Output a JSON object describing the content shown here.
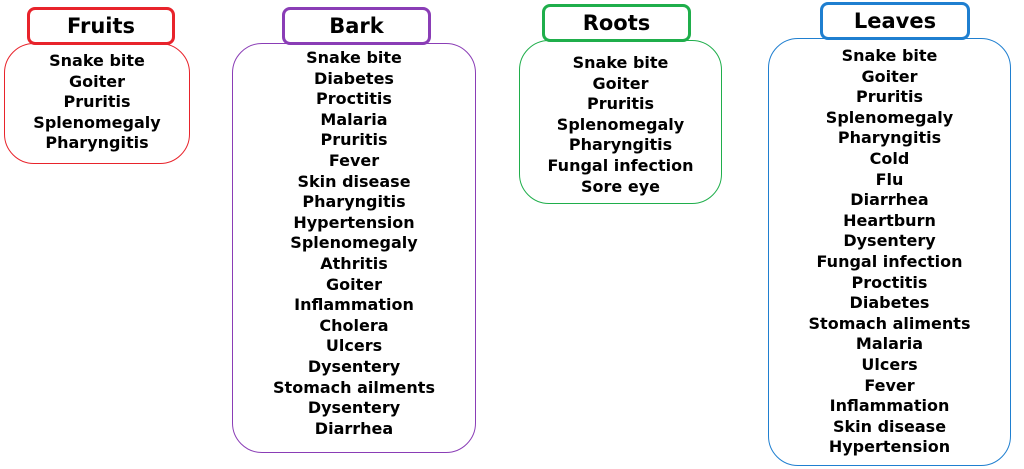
{
  "categories": [
    {
      "key": "fruits",
      "title": "Fruits",
      "color": "#e8232b",
      "items": [
        "Snake bite",
        "Goiter",
        "Pruritis",
        "Splenomegaly",
        "Pharyngitis"
      ]
    },
    {
      "key": "bark",
      "title": "Bark",
      "color": "#8a3db6",
      "items": [
        "Snake bite",
        "Diabetes",
        "Proctitis",
        "Malaria",
        "Pruritis",
        "Fever",
        "Skin disease",
        "Pharyngitis",
        "Hypertension",
        "Splenomegaly",
        "Athritis",
        "Goiter",
        "Inflammation",
        "Cholera",
        "Ulcers",
        "Dysentery",
        "Stomach ailments",
        "Dysentery",
        "Diarrhea"
      ]
    },
    {
      "key": "roots",
      "title": "Roots",
      "color": "#1fae4b",
      "items": [
        "Snake bite",
        "Goiter",
        "Pruritis",
        "Splenomegaly",
        "Pharyngitis",
        "Fungal infection",
        "Sore eye"
      ]
    },
    {
      "key": "leaves",
      "title": "Leaves",
      "color": "#1f7fd0",
      "items": [
        "Snake bite",
        "Goiter",
        "Pruritis",
        "Splenomegaly",
        "Pharyngitis",
        "Cold",
        "Flu",
        "Diarrhea",
        "Heartburn",
        "Dysentery",
        "Fungal infection",
        "Proctitis",
        "Diabetes",
        "Stomach aliments",
        "Malaria",
        "Ulcers",
        "Fever",
        "Inflammation",
        "Skin disease",
        "Hypertension"
      ]
    }
  ]
}
